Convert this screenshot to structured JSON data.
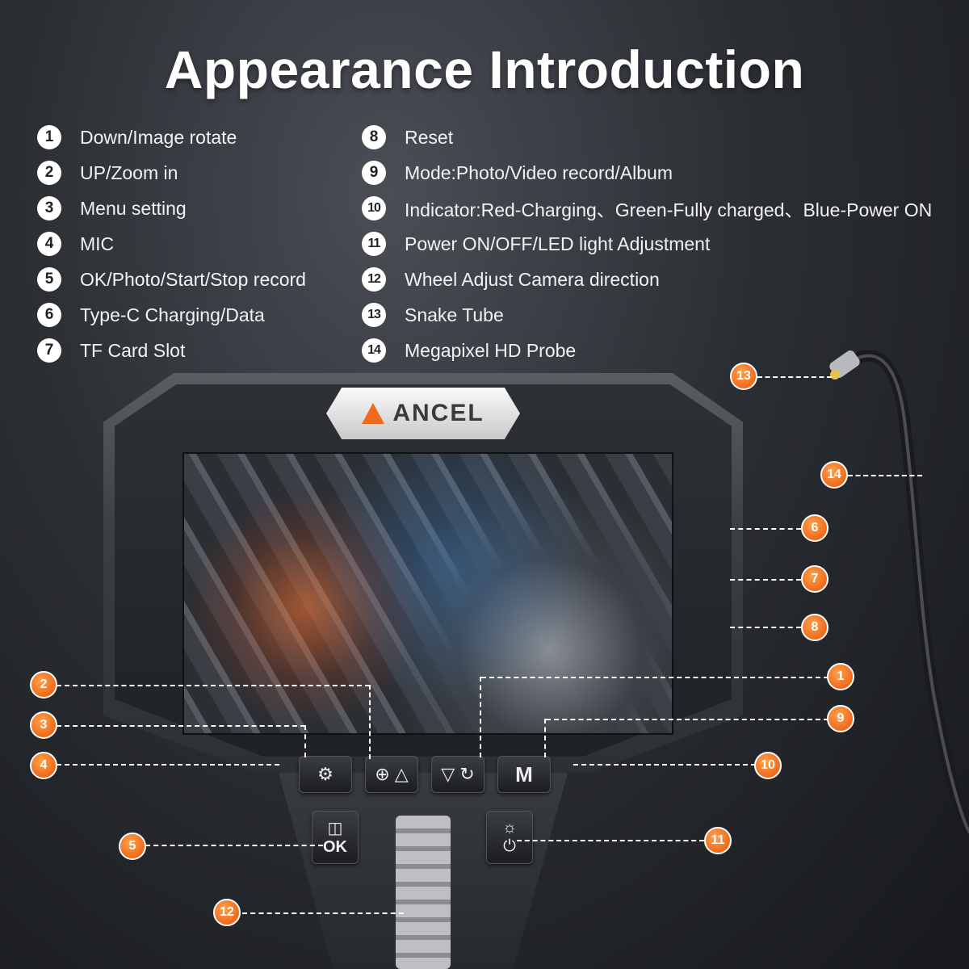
{
  "title": "Appearance Introduction",
  "legend_left": [
    {
      "num": "1",
      "label": "Down/Image rotate"
    },
    {
      "num": "2",
      "label": "UP/Zoom in"
    },
    {
      "num": "3",
      "label": "Menu setting"
    },
    {
      "num": "4",
      "label": "MIC"
    },
    {
      "num": "5",
      "label": "OK/Photo/Start/Stop record"
    },
    {
      "num": "6",
      "label": "Type-C Charging/Data"
    },
    {
      "num": "7",
      "label": "TF Card Slot"
    }
  ],
  "legend_right": [
    {
      "num": "8",
      "label": "Reset"
    },
    {
      "num": "9",
      "label": "Mode:Photo/Video record/Album"
    },
    {
      "num": "10",
      "label": "Indicator:Red-Charging、Green-Fully charged、Blue-Power ON"
    },
    {
      "num": "11",
      "label": "Power ON/OFF/LED light Adjustment"
    },
    {
      "num": "12",
      "label": "Wheel Adjust Camera direction"
    },
    {
      "num": "13",
      "label": "Snake Tube"
    },
    {
      "num": "14",
      "label": "Megapixel HD Probe"
    }
  ],
  "device": {
    "brand": "ANCEL",
    "buttons": {
      "menu_icon": "gear-icon",
      "zoom_icon": "zoom-in-up-icon",
      "rotate_icon": "down-rotate-icon",
      "mode_label": "M",
      "ok_label": "OK",
      "photo_icon": "camera-icon",
      "power_icon": "power-icon",
      "light_icon": "bulb-icon"
    }
  },
  "callouts": [
    "1",
    "2",
    "3",
    "4",
    "5",
    "6",
    "7",
    "8",
    "9",
    "10",
    "11",
    "12",
    "13",
    "14"
  ],
  "colors": {
    "accent": "#ee6a1c",
    "background": "#2b2e33"
  }
}
